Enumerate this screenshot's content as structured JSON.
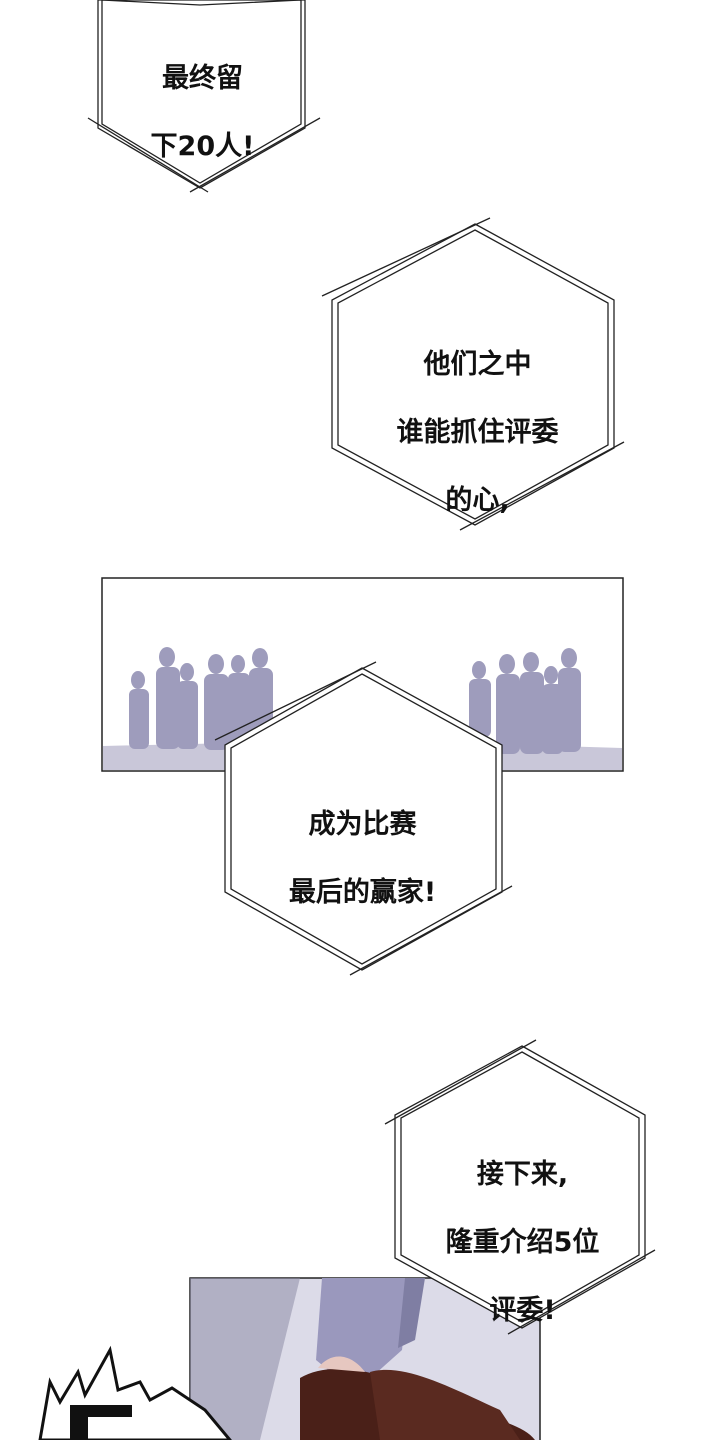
{
  "captions": {
    "box1": {
      "lines": [
        "最终留",
        "下20人!"
      ]
    },
    "box2": {
      "lines": [
        "他们之中",
        "谁能抓住评委",
        "的心,"
      ]
    },
    "box3": {
      "lines": [
        "成为比赛",
        "最后的赢家!"
      ]
    },
    "box4": {
      "lines": [
        "接下来,",
        "隆重介绍5位",
        "评委!"
      ]
    }
  },
  "colors": {
    "background": "#ffffff",
    "border": "#222222",
    "silhouette": "#9e9cbc",
    "floor": "#c9c7d9",
    "shoe": "#4a2018"
  }
}
